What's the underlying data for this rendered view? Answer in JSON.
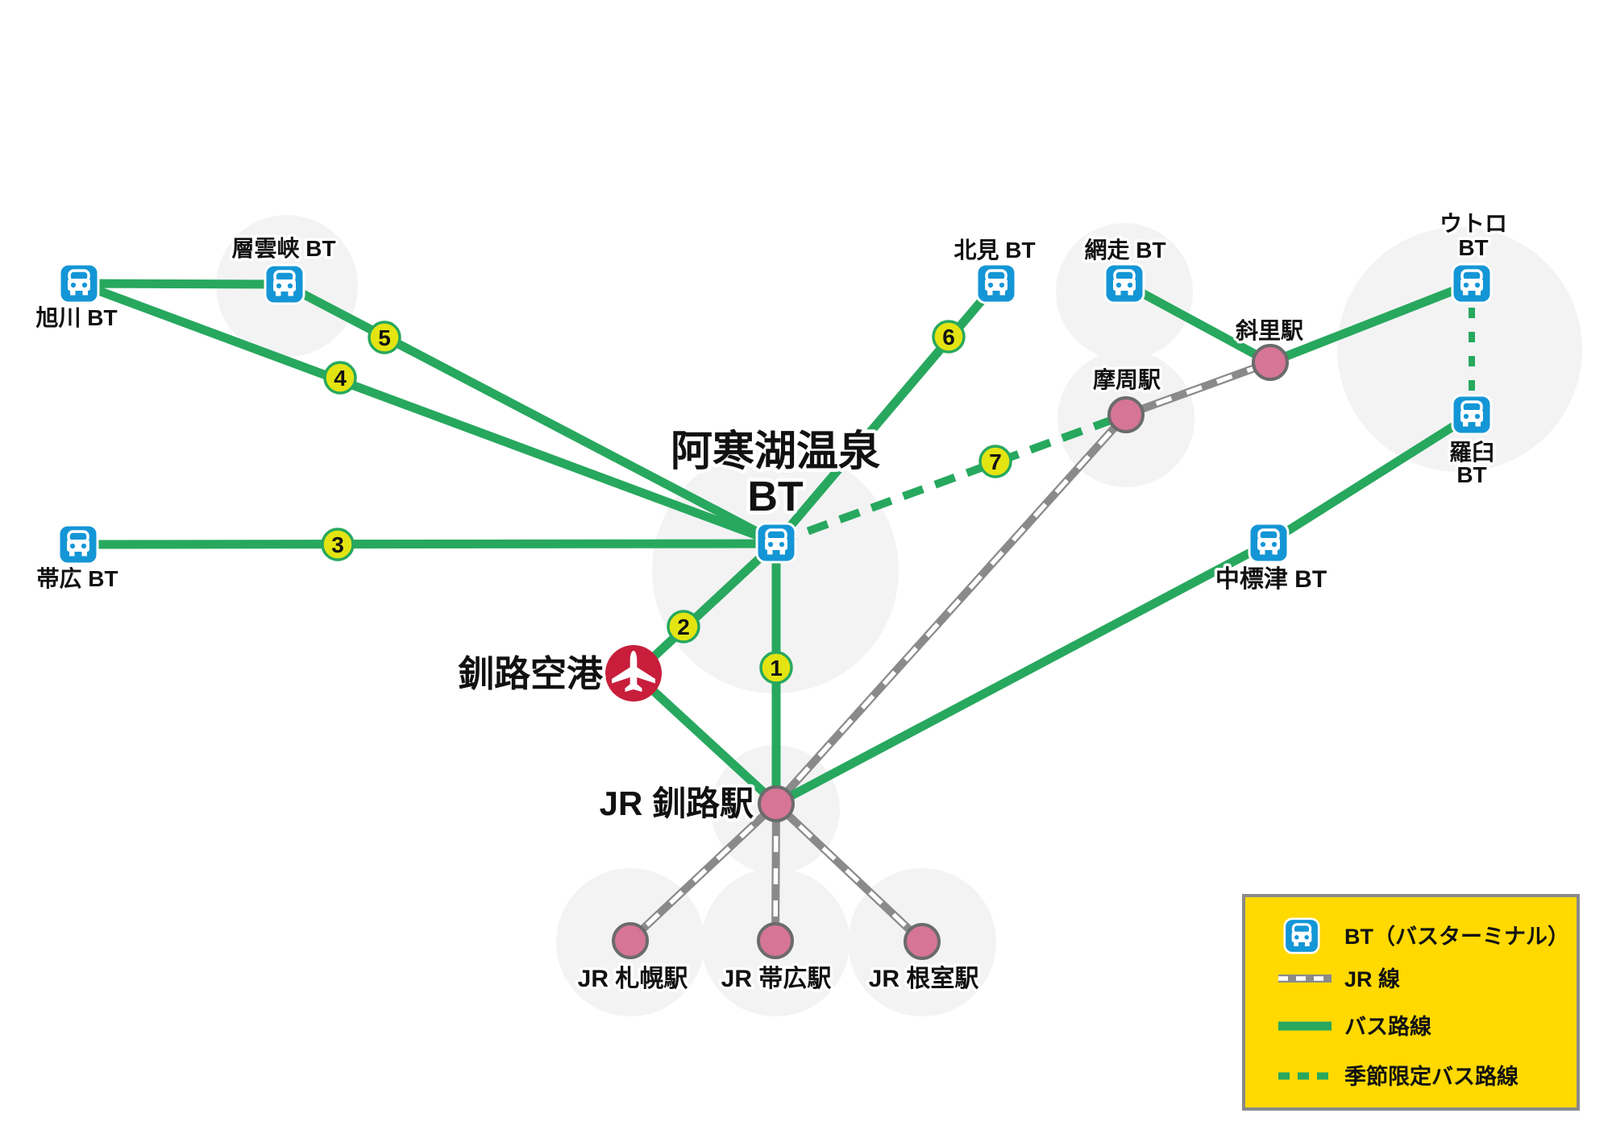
{
  "stations": {
    "asahikawa_bt": "旭川 BT",
    "sounkyo_bt": "層雲峡 BT",
    "obihiro_bt": "帯広 BT",
    "akanko_onsen_bt_line1": "阿寒湖温泉",
    "akanko_onsen_bt_line2": "BT",
    "kushiro_airport": "釧路空港",
    "jr_kushiro": "JR 釧路駅",
    "kitami_bt": "北見 BT",
    "abashiri_bt": "網走 BT",
    "mashu_station": "摩周駅",
    "shari_station": "斜里駅",
    "utoro_bt_line1": "ウトロ",
    "utoro_bt_line2": "BT",
    "rausu_bt_line1": "羅臼",
    "rausu_bt_line2": "BT",
    "nakashibetsu_bt": "中標津 BT",
    "jr_sapporo": "JR 札幌駅",
    "jr_obihiro": "JR 帯広駅",
    "jr_nemuro": "JR 根室駅"
  },
  "route_badges": [
    "1",
    "2",
    "3",
    "4",
    "5",
    "6",
    "7"
  ],
  "legend": {
    "bt": "BT（バスターミナル）",
    "jr_line": "JR 線",
    "bus_line": "バス路線",
    "seasonal_bus_line": "季節限定バス路線"
  },
  "colors": {
    "bus_line_green": "#27a85e",
    "jr_line_gray": "#8a8a8a",
    "bus_icon_blue": "#1496d6",
    "station_node_pink": "#d67596",
    "badge_yellow_green": "#e4e412",
    "legend_yellow": "#ffd900",
    "airport_red": "#c81e3c",
    "background_circle_gray": "#f3f3f4"
  }
}
